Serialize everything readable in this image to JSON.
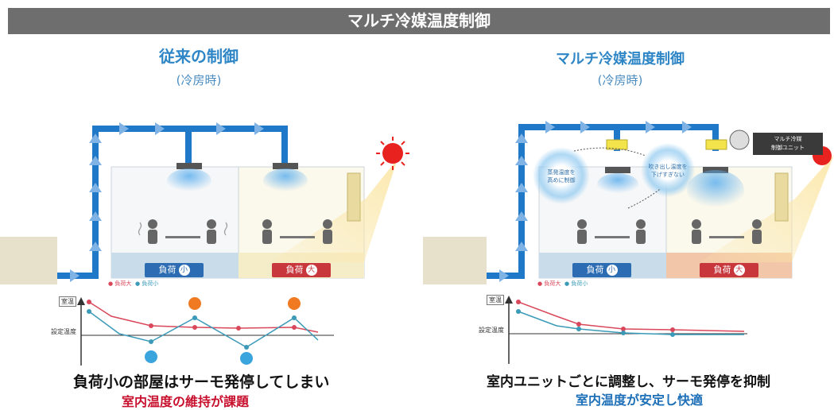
{
  "banner_title": "マルチ冷媒温度制御",
  "left": {
    "title": "従来の制御",
    "subtitle": "(冷房時)",
    "load_small_label": "負荷",
    "load_small_mark": "小",
    "load_large_label": "負荷",
    "load_large_mark": "大",
    "legend_large": "● 負荷大",
    "legend_small": "● 負荷小",
    "axis_y_label": "室温",
    "set_temp_label": "設定温度",
    "caption_line1": "負荷小の部屋はサーモ発停してしまい",
    "caption_line2": "室内温度の維持が課題"
  },
  "right": {
    "title": "マルチ冷媒温度制御",
    "subtitle": "(冷房時)",
    "bubble1": "蒸発温度を\n高めに制御",
    "bubble2": "吹き出し温度を\n下げすぎない",
    "control_unit": "マルチ冷媒\n制御ユニット",
    "load_small_label": "負荷",
    "load_small_mark": "小",
    "load_large_label": "負荷",
    "load_large_mark": "大",
    "legend_large": "● 負荷大",
    "legend_small": "● 負荷小",
    "axis_y_label": "室温",
    "set_temp_label": "設定温度",
    "caption_line1": "室内ユニットごとに調整し、サーモ発停を抑制",
    "caption_line2": "室内温度が安定し快適"
  },
  "colors": {
    "banner": "#6e6e6e",
    "pipe": "#1f78c8",
    "arrow": "#7fb2e5",
    "red_series": "#d9475a",
    "blue_series": "#3a9ab8",
    "sun": "#e8221e",
    "caption_red": "#c8102e",
    "caption_blue": "#1d6fb8"
  }
}
